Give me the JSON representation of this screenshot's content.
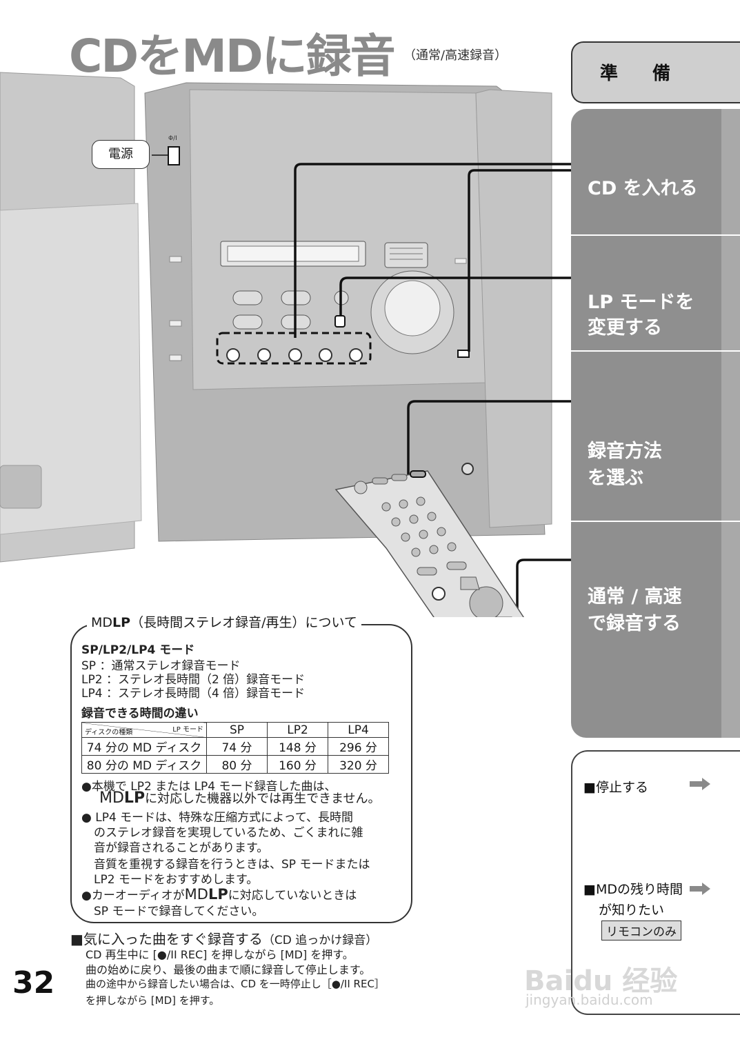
{
  "title": "CDをMDに録音",
  "subtitle": "（通常/高速録音）",
  "callout_power": "電源",
  "power_icon_label": "Φ/I",
  "steps": {
    "prep": "準　備",
    "step1": "CD を入れる",
    "step2_line1": "LP モードを",
    "step2_line2": "変更する",
    "step3_line1": "録音方法",
    "step3_line2": "を選ぶ",
    "step4_line1": "通常 / 高速",
    "step4_line2": "で録音する"
  },
  "side": {
    "stop": "■停止する",
    "remaining_line1": "■MDの残り時間",
    "remaining_line2": "が知りたい",
    "remote_only": "リモコンのみ"
  },
  "mdlp": {
    "heading_pre": "MD",
    "heading_lp": "LP",
    "heading_post": "（長時間ステレオ録音/再生）について",
    "modes_title": "SP/LP2/LP4 モード",
    "mode_sp": "SP ：通常ステレオ録音モード",
    "mode_lp2": "LP2 ：ステレオ長時間（2 倍）録音モード",
    "mode_lp4": "LP4 ：ステレオ長時間（4 倍）録音モード",
    "time_title": "録音できる時間の違い",
    "table_header_disc": "ディスクの種類",
    "table_header_mode": "LP モード",
    "table_cols": [
      "SP",
      "LP2",
      "LP4"
    ],
    "table_rows": [
      {
        "disc": "74 分の MD ディスク",
        "sp": "74 分",
        "lp2": "148 分",
        "lp4": "296 分"
      },
      {
        "disc": "80 分の MD ディスク",
        "sp": "80 分",
        "lp2": "160 分",
        "lp4": "320 分"
      }
    ],
    "note1_line1": "●本機で LP2 または LP4 モード録音した曲は、",
    "note1_md": "MD",
    "note1_lp": "LP",
    "note1_rest": "に対応した機器以外では再生できません。",
    "note2_line1": "● LP4 モードは、特殊な圧縮方式によって、長時間",
    "note2_line2": "のステレオ録音を実現しているため、ごくまれに雑",
    "note2_line3": "音が録音されることがあります。",
    "note2_line4": "音質を重視する録音を行うときは、SP モードまたは",
    "note2_line5": "LP2 モードをおすすめします。",
    "note3_pre": "●カーオーディオが",
    "note3_md": "MD",
    "note3_lp": "LP",
    "note3_post": "に対応していないときは",
    "note3_line2": "SP モードで録音してください。"
  },
  "chase": {
    "title": "■気に入った曲をすぐ録音する",
    "title_sub": "（CD 追っかけ録音）",
    "line1": "CD 再生中に [●/II REC] を押しながら [MD] を押す。",
    "line2": "曲の始めに戻り、最後の曲まで順に録音して停止します。",
    "line3": "曲の途中から録音したい場合は、CD を一時停止し［●/II REC］",
    "line4": "を押しながら [MD] を押す。"
  },
  "page_number": "32",
  "watermark": {
    "text": "Baidu 经验",
    "url": "jingyan.baidu.com"
  },
  "colors": {
    "step_bg": "#8f8f8f",
    "prep_bg": "#cfcfcf",
    "title_gray": "#8a8a8a"
  }
}
